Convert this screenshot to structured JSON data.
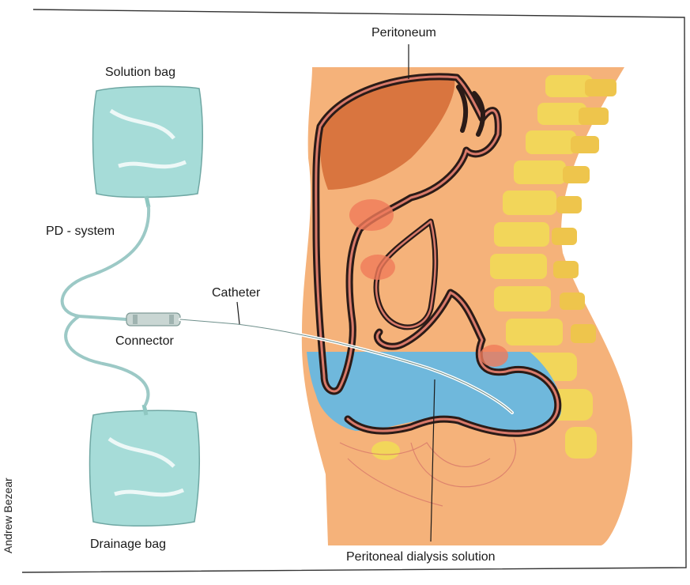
{
  "labels": {
    "peritoneum": "Peritoneum",
    "solution_bag": "Solution bag",
    "pd_system": "PD - system",
    "catheter": "Catheter",
    "connector": "Connector",
    "drainage_bag": "Drainage bag",
    "dialysis_solution": "Peritoneal dialysis solution"
  },
  "credit": "Andrew Bezear",
  "colors": {
    "body": "#f5b27a",
    "liver": "#d9753f",
    "solution": "#6fb8dc",
    "spine": "#f2d65a",
    "bag": "#a6dcd8",
    "outline": "#2b1b17"
  }
}
